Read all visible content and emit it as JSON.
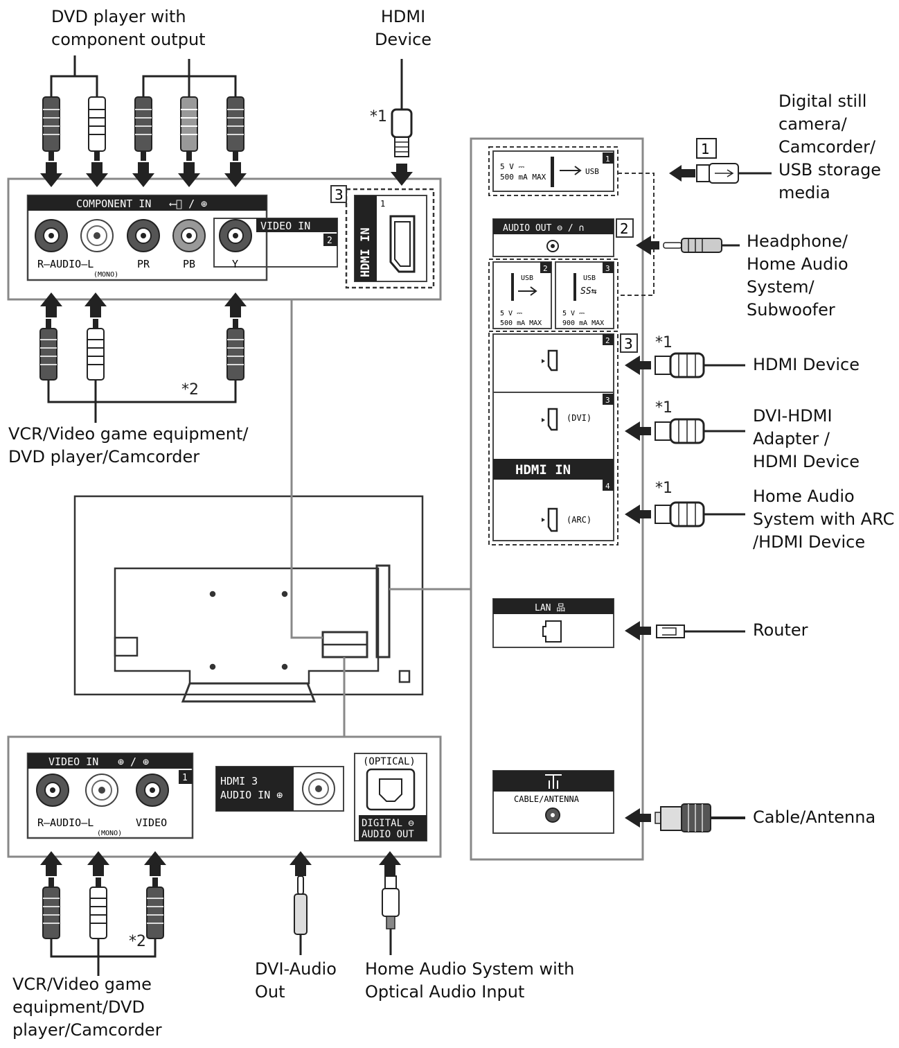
{
  "labels": {
    "dvd_component": [
      "DVD player with",
      "component output"
    ],
    "hdmi_device_top": [
      "HDMI",
      "Device"
    ],
    "vcr_top": [
      "VCR/Video game equipment/",
      "DVD player/Camcorder"
    ],
    "vcr_bottom": [
      "VCR/Video game",
      "equipment/DVD",
      "player/Camcorder"
    ],
    "dvi_audio_out": [
      "DVI-Audio",
      "Out"
    ],
    "home_audio_optical": [
      "Home Audio System with",
      "Optical Audio Input"
    ],
    "usb_devices": [
      "Digital still",
      "camera/",
      "Camcorder/",
      "USB storage",
      "media"
    ],
    "headphone": [
      "Headphone/",
      "Home Audio",
      "System/",
      "Subwoofer"
    ],
    "hdmi_device_right": [
      "HDMI Device"
    ],
    "dvi_hdmi": [
      "DVI-HDMI",
      "Adapter /",
      "HDMI Device"
    ],
    "arc_device": [
      "Home Audio",
      "System with ARC",
      "/HDMI Device"
    ],
    "router": [
      "Router"
    ],
    "cable_antenna": [
      "Cable/Antenna"
    ]
  },
  "notes": {
    "star1": "*1",
    "star2": "*2"
  },
  "callouts": {
    "one": "1",
    "two": "2",
    "three": "3"
  },
  "panel_text": {
    "component_in": "COMPONENT IN",
    "component_icons": "⟵⃞ / ⊕",
    "video_in_top": "VIDEO IN",
    "video_in_top_num": "2",
    "r_audio_l": "R—AUDIO—L",
    "mono": "(MONO)",
    "pr": "PR",
    "pb": "PB",
    "y": "Y",
    "hdmi_in_vertical": "HDMI IN",
    "hdmi_port_num": "1",
    "usb1_spec": [
      "5 V ⎓",
      "500 mA MAX"
    ],
    "usb1_label": "USB",
    "usb1_num": "1",
    "audio_out": "AUDIO OUT ⊖ / ∩",
    "usb2_label": "USB",
    "usb2_spec": [
      "5 V ⎓",
      "500 mA MAX"
    ],
    "usb2_num": "2",
    "usb3_label": "USB",
    "usb3_logo": "SS⇆",
    "usb3_spec": [
      "5 V ⎓",
      "900 mA MAX"
    ],
    "usb3_num": "3",
    "hdmi2_num": "2",
    "hdmi3_num": "3",
    "hdmi3_dvi": "(DVI)",
    "hdmi_in_bar": "HDMI IN",
    "hdmi4_num": "4",
    "hdmi4_arc": "(ARC)",
    "lan": "LAN 品",
    "cable_antenna_port": "CABLE/ANTENNA",
    "video_in_bottom": "VIDEO IN",
    "video_in_bottom_icons": "⊕ / ⊕",
    "video_in_bottom_num": "1",
    "video": "VIDEO",
    "hdmi3_audio_in": [
      "HDMI 3",
      "AUDIO IN ⊕"
    ],
    "optical": "(OPTICAL)",
    "digital_audio_out": [
      "DIGITAL ⊖",
      "AUDIO OUT"
    ]
  }
}
